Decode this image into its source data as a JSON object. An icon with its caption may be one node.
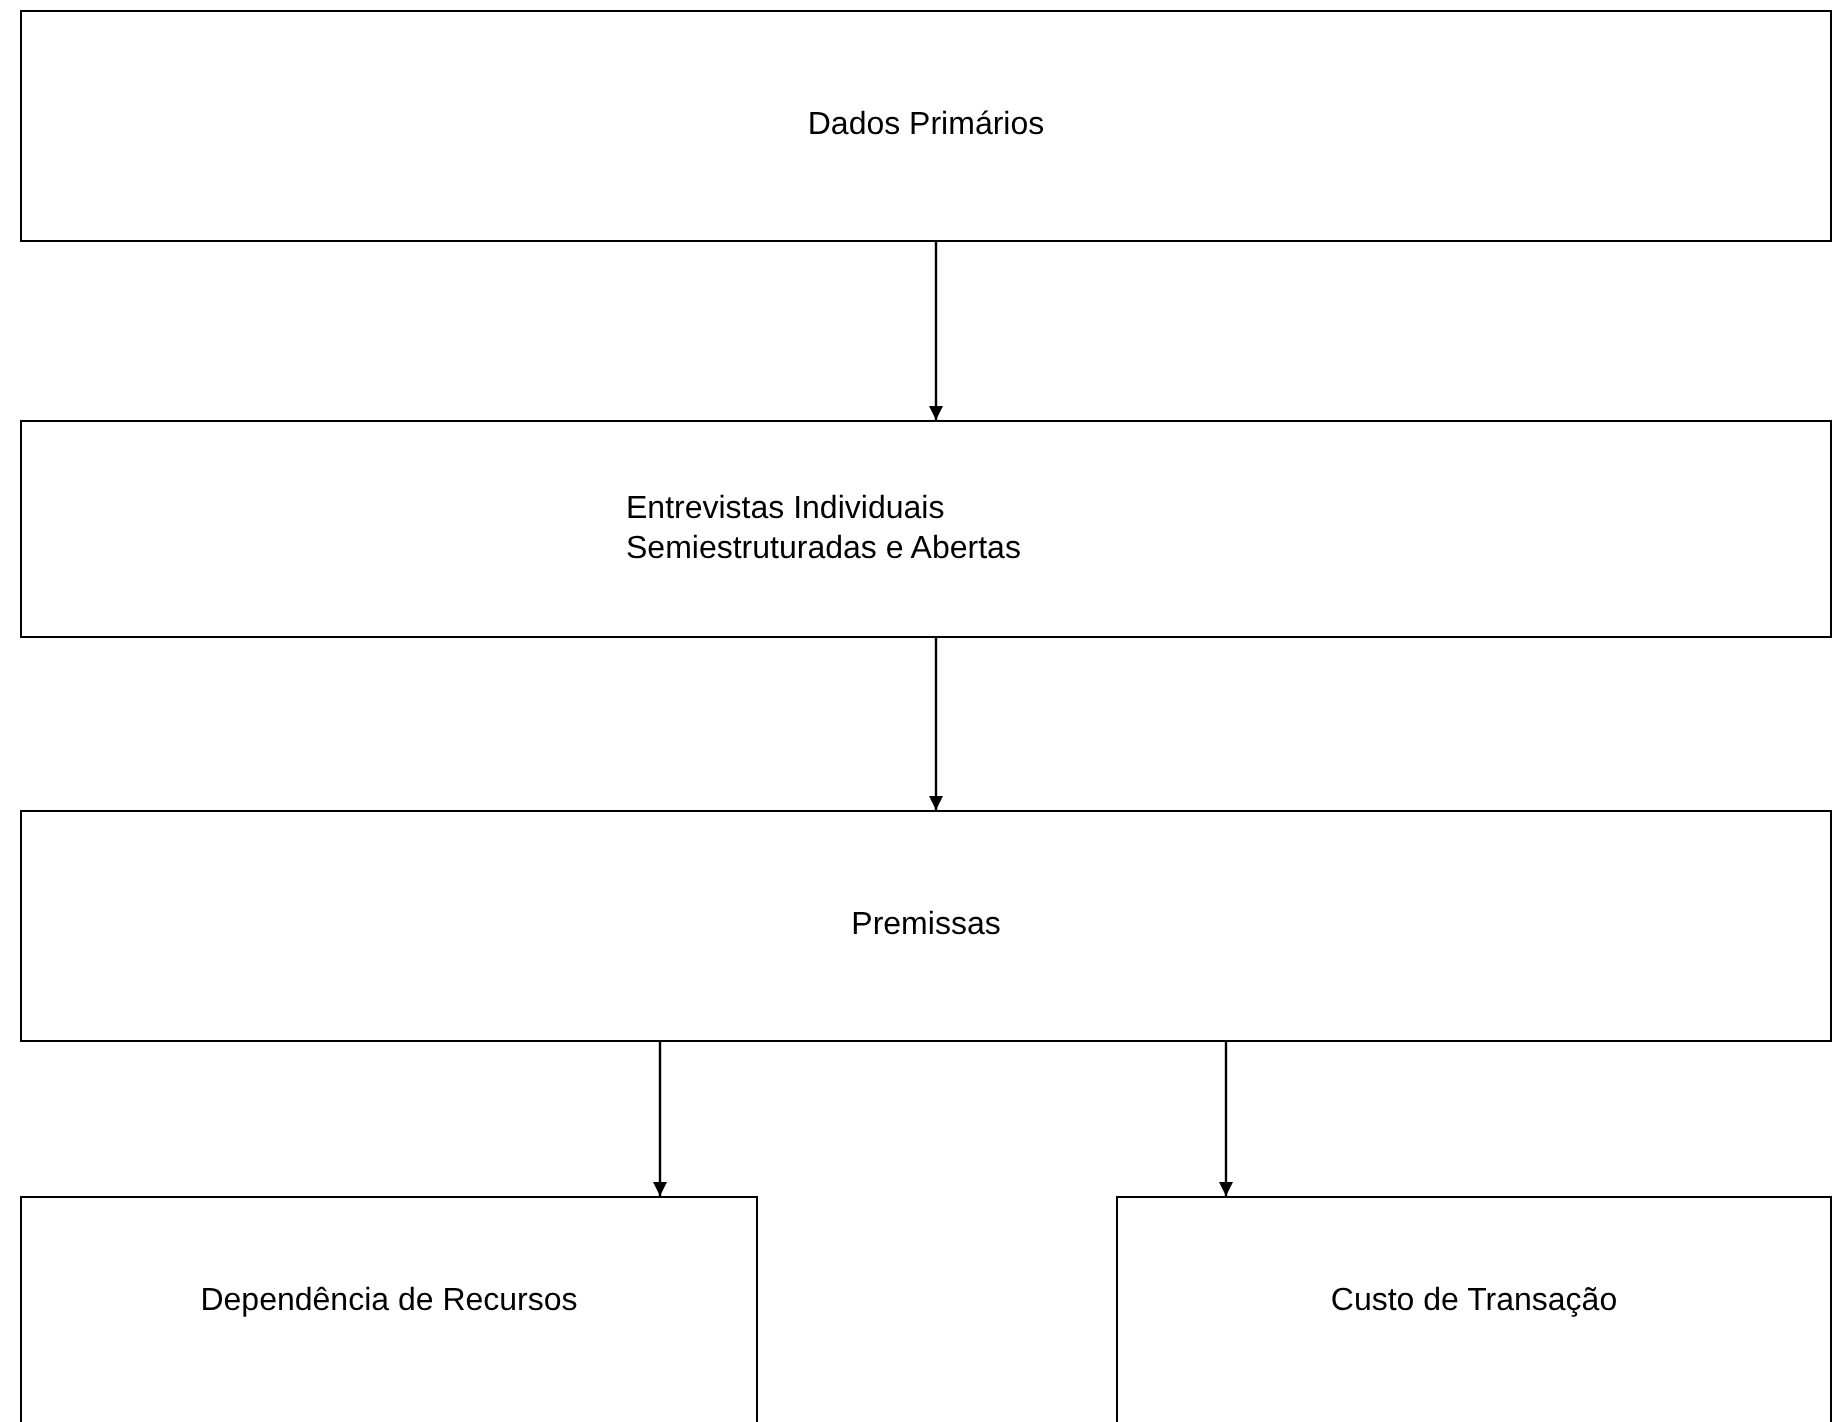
{
  "diagram": {
    "nodes": [
      {
        "text": [
          "Dados Primários"
        ]
      },
      {
        "text": [
          "Entrevistas Individuais Semiestruturadas e Abertas"
        ]
      },
      {
        "text": [
          "Premissas"
        ]
      },
      {
        "text": [
          "Dependência de Recursos"
        ]
      },
      {
        "text": [
          "Custo de Transação"
        ]
      }
    ],
    "edges": [
      {
        "from": 0,
        "to": 1,
        "arrow": "to"
      },
      {
        "from": 1,
        "to": 2,
        "arrow": "to"
      },
      {
        "from": 2,
        "to": 3,
        "arrow": "to"
      },
      {
        "from": 2,
        "to": 4,
        "arrow": "to"
      }
    ]
  }
}
